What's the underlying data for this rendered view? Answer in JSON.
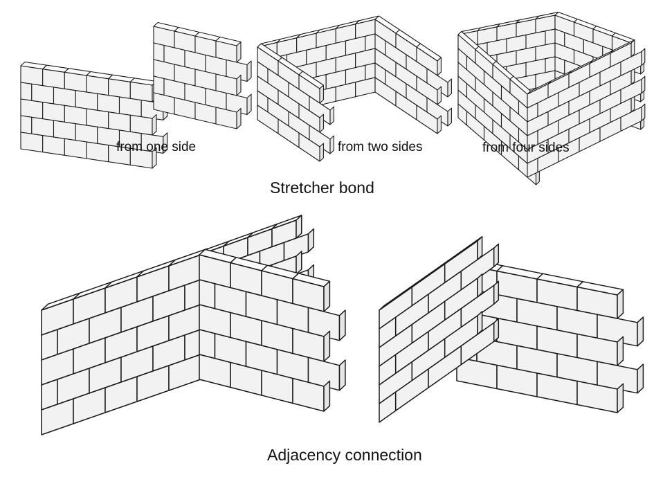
{
  "figure": {
    "stretcher_bond": {
      "title": "Stretcher bond",
      "examples": [
        {
          "caption": "from one side"
        },
        {
          "caption": "from two sides"
        },
        {
          "caption": "from four sides"
        }
      ]
    },
    "adjacency": {
      "title": "Adjacency connection"
    }
  },
  "colors": {
    "background": "#ffffff",
    "block_face": "#f2f2f2",
    "block_outline": "#1a1a1a",
    "text": "#111111"
  }
}
